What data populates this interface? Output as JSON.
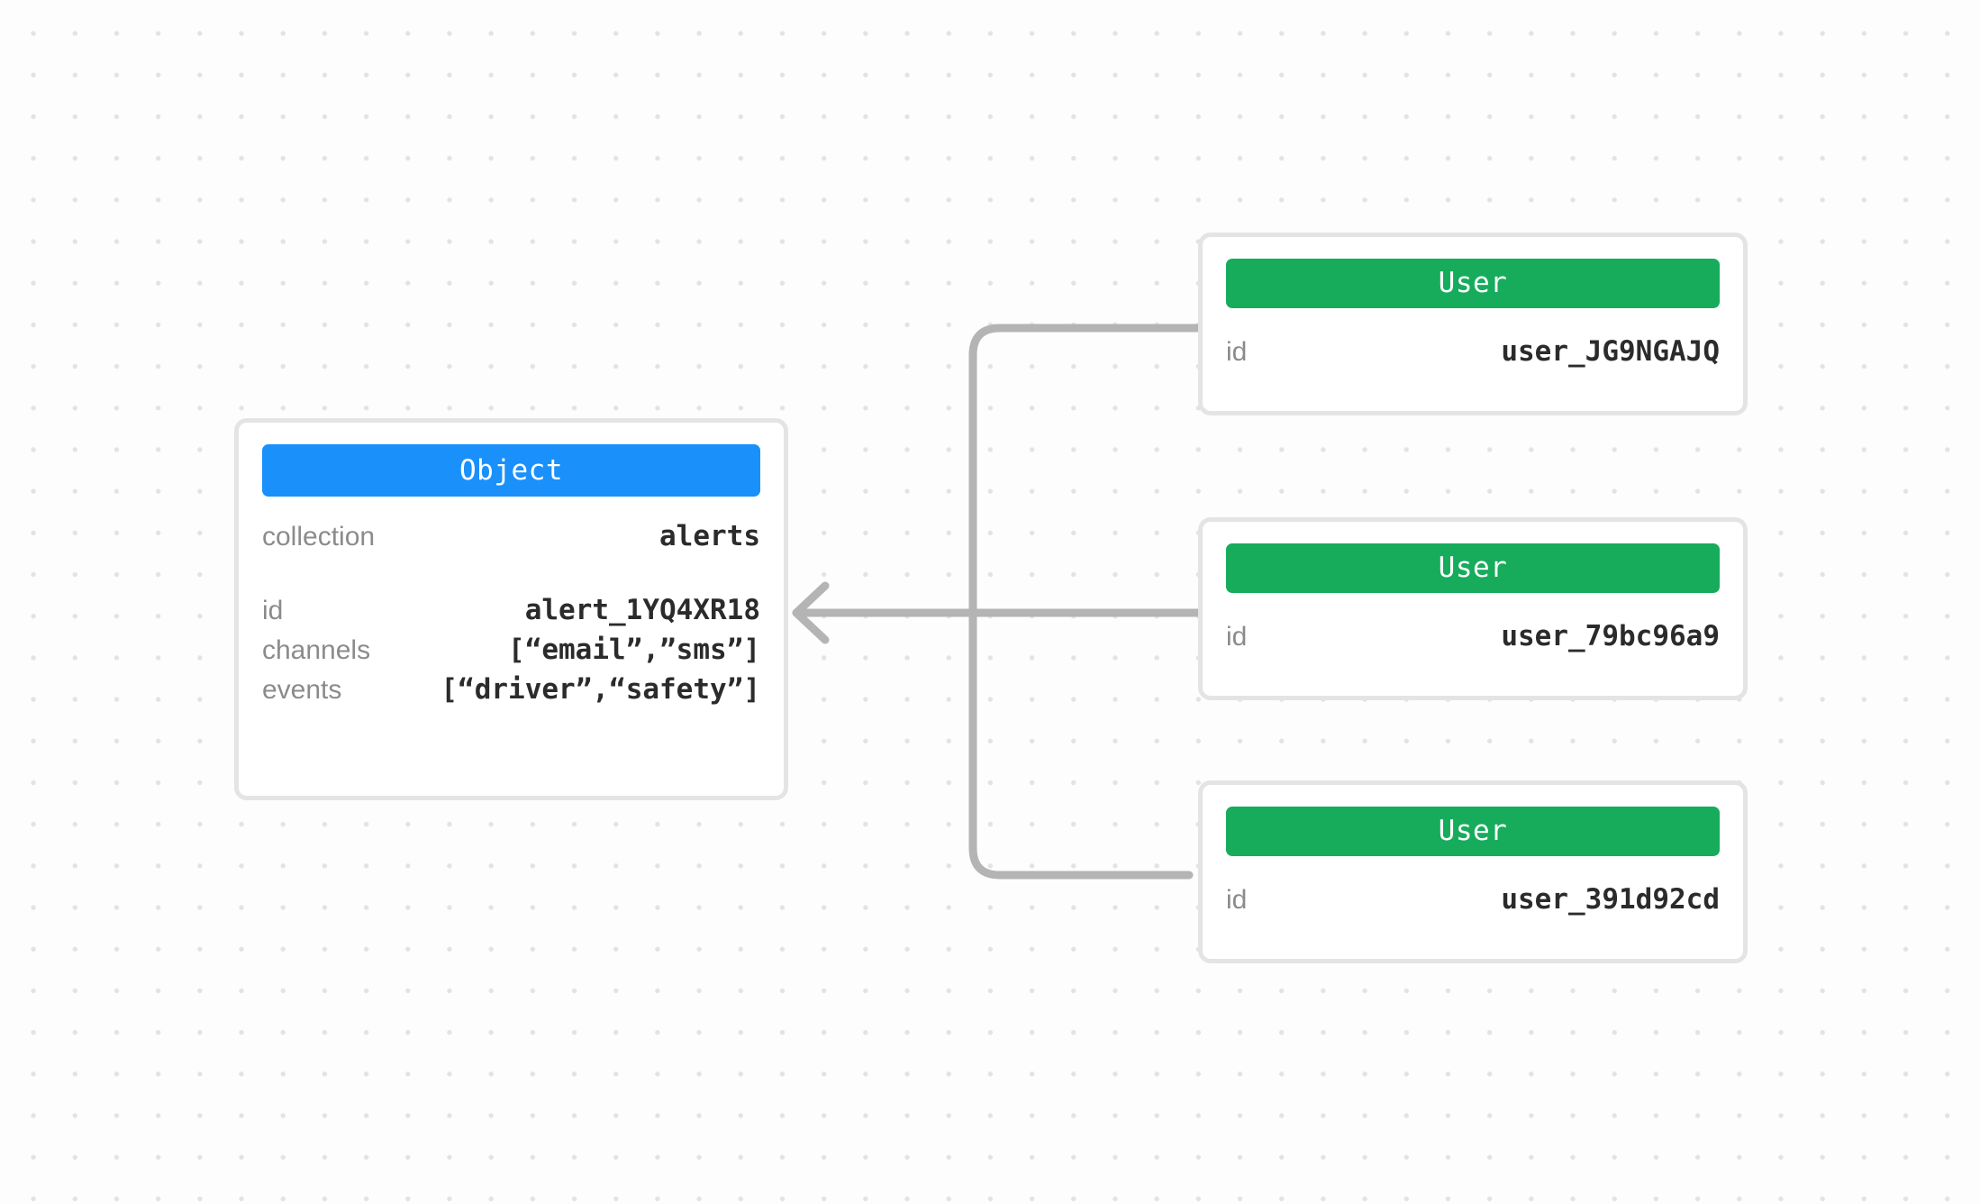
{
  "canvas": {
    "background_color": "#fdfdfd",
    "dot_color": "#e3e3e3",
    "edge_color": "#b4b4b4"
  },
  "object_node": {
    "type_label": "Object",
    "header_color": "#1a90fb",
    "fields": [
      {
        "key": "collection",
        "value": "alerts"
      },
      {
        "key": "id",
        "value": "alert_1YQ4XR18"
      },
      {
        "key": "channels",
        "value": "[“email”,”sms”]"
      },
      {
        "key": "events",
        "value": "[“driver”,“safety”]"
      }
    ]
  },
  "user_nodes": [
    {
      "type_label": "User",
      "header_color": "#16ac5c",
      "fields": [
        {
          "key": "id",
          "value": "user_JG9NGAJQ"
        }
      ]
    },
    {
      "type_label": "User",
      "header_color": "#16ac5c",
      "fields": [
        {
          "key": "id",
          "value": "user_79bc96a9"
        }
      ]
    },
    {
      "type_label": "User",
      "header_color": "#16ac5c",
      "fields": [
        {
          "key": "id",
          "value": "user_391d92cd"
        }
      ]
    }
  ]
}
